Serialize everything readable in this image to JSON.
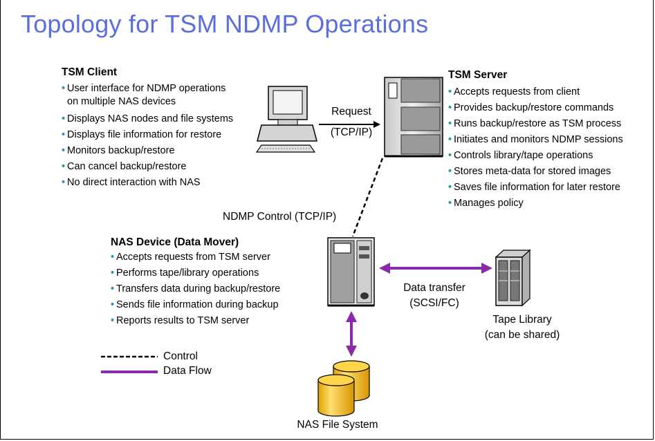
{
  "title": "Topology for TSM NDMP Operations",
  "tsm_client": {
    "heading": "TSM Client",
    "items": [
      "User interface for NDMP operations",
      "on multiple NAS devices",
      "Displays NAS nodes and file systems",
      "Displays file information for restore",
      "Monitors backup/restore",
      "Can cancel backup/restore",
      "No direct interaction with NAS"
    ]
  },
  "tsm_server": {
    "heading": "TSM Server",
    "items": [
      "Accepts requests from client",
      "Provides backup/restore commands",
      "Runs backup/restore as TSM process",
      "Initiates and monitors NDMP sessions",
      "Controls library/tape operations",
      "Stores meta-data for stored images",
      "Saves file information for later restore",
      "Manages policy"
    ]
  },
  "nas_device": {
    "heading": "NAS Device (Data Mover)",
    "items": [
      "Accepts requests from TSM server",
      "Performs tape/library operations",
      "Transfers data during backup/restore",
      "Sends file information during backup",
      "Reports results to TSM server"
    ]
  },
  "labels": {
    "request_line1": "Request",
    "request_line2": "(TCP/IP)",
    "ndmp_control": "NDMP Control (TCP/IP)",
    "data_transfer_line1": "Data transfer",
    "data_transfer_line2": "(SCSI/FC)",
    "tape_library_line1": "Tape Library",
    "tape_library_line2": "(can be shared)",
    "nas_file_system": "NAS File System"
  },
  "legend": {
    "control": "Control",
    "data_flow": "Data Flow"
  },
  "colors": {
    "title": "#5b6ee0",
    "data_flow": "#8a2aa8",
    "bullet": "#2e9aa8",
    "disk": "#f2b800"
  }
}
